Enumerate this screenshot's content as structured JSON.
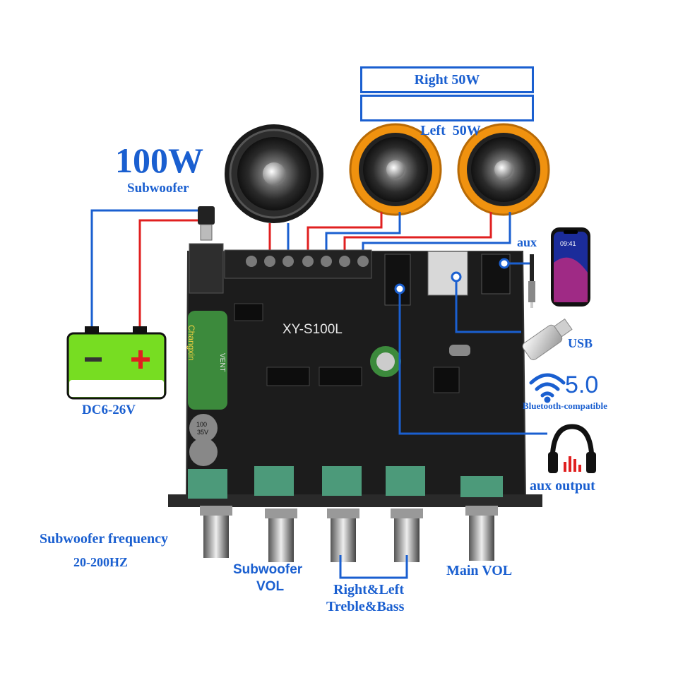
{
  "labels": {
    "right_channel": "Right 50W",
    "left_channel": "Left  50W",
    "sub_power": "100W",
    "sub_name": "Subwoofer",
    "board_model": "XY-S100L",
    "aux_in": "aux",
    "usb": "USB",
    "bt_version": "5.0",
    "bt_caption": "Bluetooth-compatible",
    "aux_out": "aux output",
    "supply": "DC6-26V",
    "sub_freq_line1": "Subwoofer frequency",
    "sub_freq_line2": "20-200HZ",
    "sub_vol_line1": "Subwoofer",
    "sub_vol_line2": "VOL",
    "tone_line1": "Right&Left",
    "tone_line2": "Treble&Bass",
    "main_vol": "Main VOL",
    "phone_time": "09:41",
    "cap1": "Changxin",
    "cap1b": "VENT",
    "cap_small1": "100",
    "cap_small2": "35V"
  },
  "colors": {
    "accent": "#1a5fd0",
    "wire_red": "#e02020",
    "wire_blue": "#1a5fd0",
    "board": "#1c1c1c",
    "speaker_ring": "#f0920f",
    "battery": "#77dd22"
  }
}
